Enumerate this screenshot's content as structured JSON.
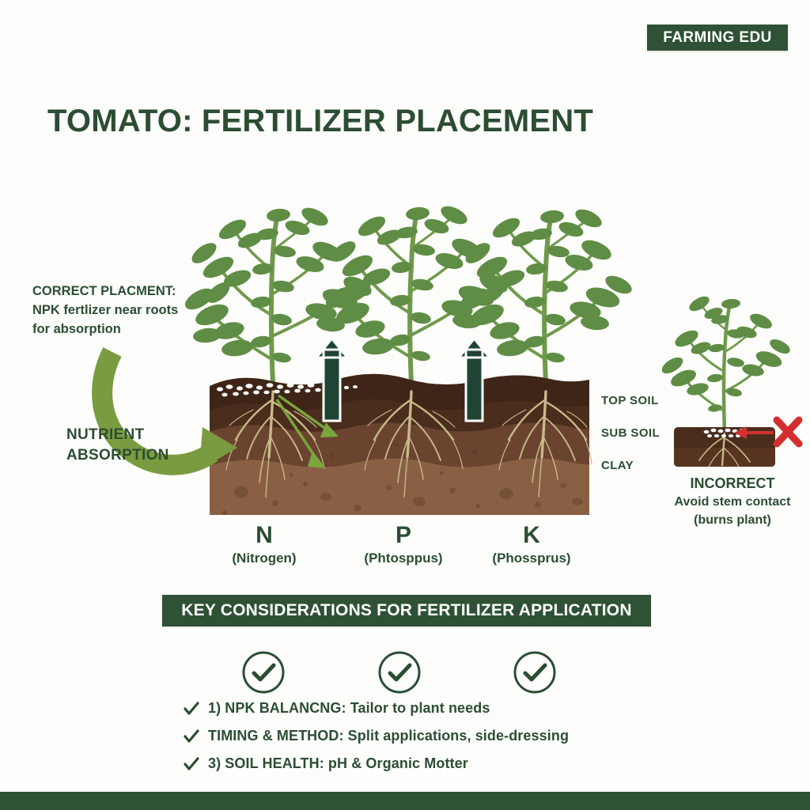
{
  "header": {
    "brand_badge": "FARMING EDU",
    "title": "TOMATO: FERTILIZER PLACEMENT"
  },
  "annotations": {
    "correct_placement_heading": "CORRECT PLACMENT:",
    "correct_placement_body_line1": "NPK fertlizer near roots",
    "correct_placement_body_line2": "for absorption",
    "nutrient_label_line1": "NUTRIENT",
    "nutrient_label_line2": "ABSORPTION"
  },
  "soil_layers": [
    {
      "label": "TOP SOIL",
      "color": "#4a2d1d"
    },
    {
      "label": "SUB SOIL",
      "color": "#6b4430"
    },
    {
      "label": "CLAY",
      "color": "#8a6044"
    }
  ],
  "npk": [
    {
      "letter": "N",
      "name": "(Nitrogen)"
    },
    {
      "letter": "P",
      "name": "(Phtosppus)"
    },
    {
      "letter": "K",
      "name": "(Phossprus)"
    }
  ],
  "incorrect": {
    "heading": "INCORRECT",
    "line1": "Avoid stem contact",
    "line2": "(burns plant)"
  },
  "key_section": {
    "banner": "KEY CONSIDERATIONS FOR FERTILIZER APPLICATION",
    "bullets": [
      "1) NPK BALANCNG: Tailor to plant needs",
      "TIMING & METHOD: Split applications, side-dressing",
      "3) SOIL HEALTH: pH & Organic Motter"
    ]
  },
  "colors": {
    "brand_green": "#2f5135",
    "text_green": "#2c4d33",
    "arrow_green": "#7a9b3f",
    "leaf_green": "#5f8d45",
    "danger_red": "#d32f2f",
    "background": "#fdfdfb"
  }
}
